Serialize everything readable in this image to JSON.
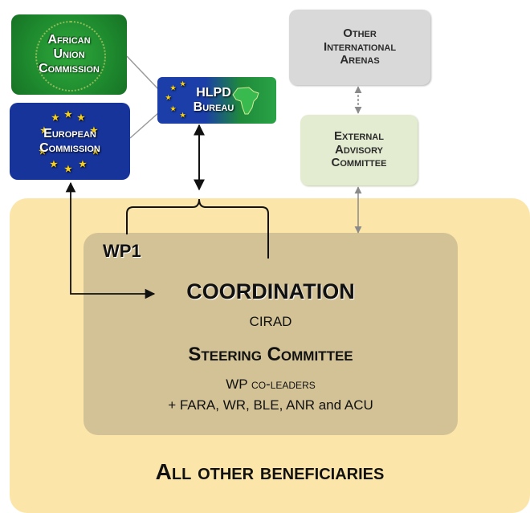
{
  "boxes": {
    "african_union": {
      "line1": "African",
      "line2": "Union",
      "line3": "Commission"
    },
    "european_commission": {
      "line1": "European",
      "line2": "Commission"
    },
    "hlpd_bureau": {
      "line1": "HLPD",
      "line2": "Bureau"
    },
    "other_arenas": {
      "line1": "Other",
      "line2": "International",
      "line3": "Arenas"
    },
    "external_advisory": {
      "line1": "External",
      "line2": "Advisory",
      "line3": "Committee"
    }
  },
  "wp1": {
    "label": "WP1",
    "coordination": "COORDINATION",
    "coordinator": "CIRAD",
    "steering": "Steering Committee",
    "co_leaders": "WP co-leaders",
    "partners": "+ FARA, WR, BLE, ANR and ACU"
  },
  "beneficiaries": "All other beneficiaries",
  "colors": {
    "outer_area": "#fbe5a8",
    "inner_area": "#d3c296",
    "african_union": "#1e8a2e",
    "european_commission": "#17349b",
    "other_arenas": "#d9d9d9",
    "external_advisory": "#e3ecd0"
  }
}
